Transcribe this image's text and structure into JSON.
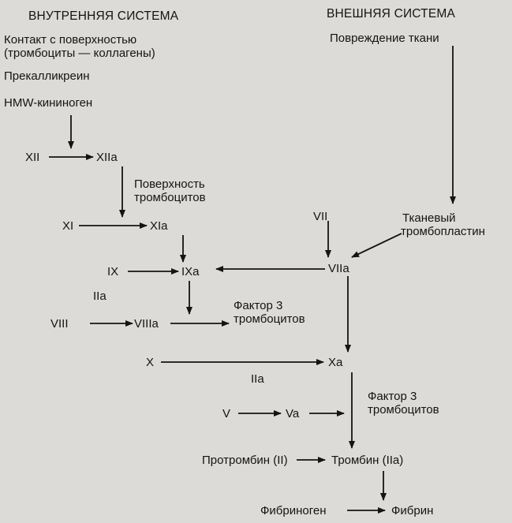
{
  "headers": {
    "intrinsic": "ВНУТРЕННЯЯ СИСТЕМА",
    "extrinsic": "ВНЕШНЯЯ СИСТЕМА"
  },
  "intrinsic_triggers": {
    "contact_line1": "Контакт с поверхностью",
    "contact_line2": "(тромбоциты — коллагены)",
    "prekallikrein": "Прекалликреин",
    "hmw_kininogen": "HMW-кининоген"
  },
  "extrinsic_trigger": "Повреждение ткани",
  "factors": {
    "xii": "XII",
    "xiia": "XIIa",
    "xi": "XI",
    "xia": "XIa",
    "ix": "IX",
    "ixa": "IXa",
    "iia_1": "IIa",
    "viii": "VIII",
    "viiia": "VIIIa",
    "vii": "VII",
    "viia": "VIIa",
    "x": "X",
    "xa": "Xa",
    "iia_2": "IIa",
    "v": "V",
    "va": "Va"
  },
  "labels": {
    "platelet_surface_line1": "Поверхность",
    "platelet_surface_line2": "тромбоцитов",
    "tissue_tp_line1": "Тканевый",
    "tissue_tp_line2": "тромбопластин",
    "pf3_a_line1": "Фактор 3",
    "pf3_a_line2": "тромбоцитов",
    "pf3_b_line1": "Фактор 3",
    "pf3_b_line2": "тромбоцитов",
    "prothrombin": "Протромбин (II)",
    "thrombin": "Тромбин (IIa)",
    "fibrinogen": "Фибриноген",
    "fibrin": "Фибрин"
  }
}
